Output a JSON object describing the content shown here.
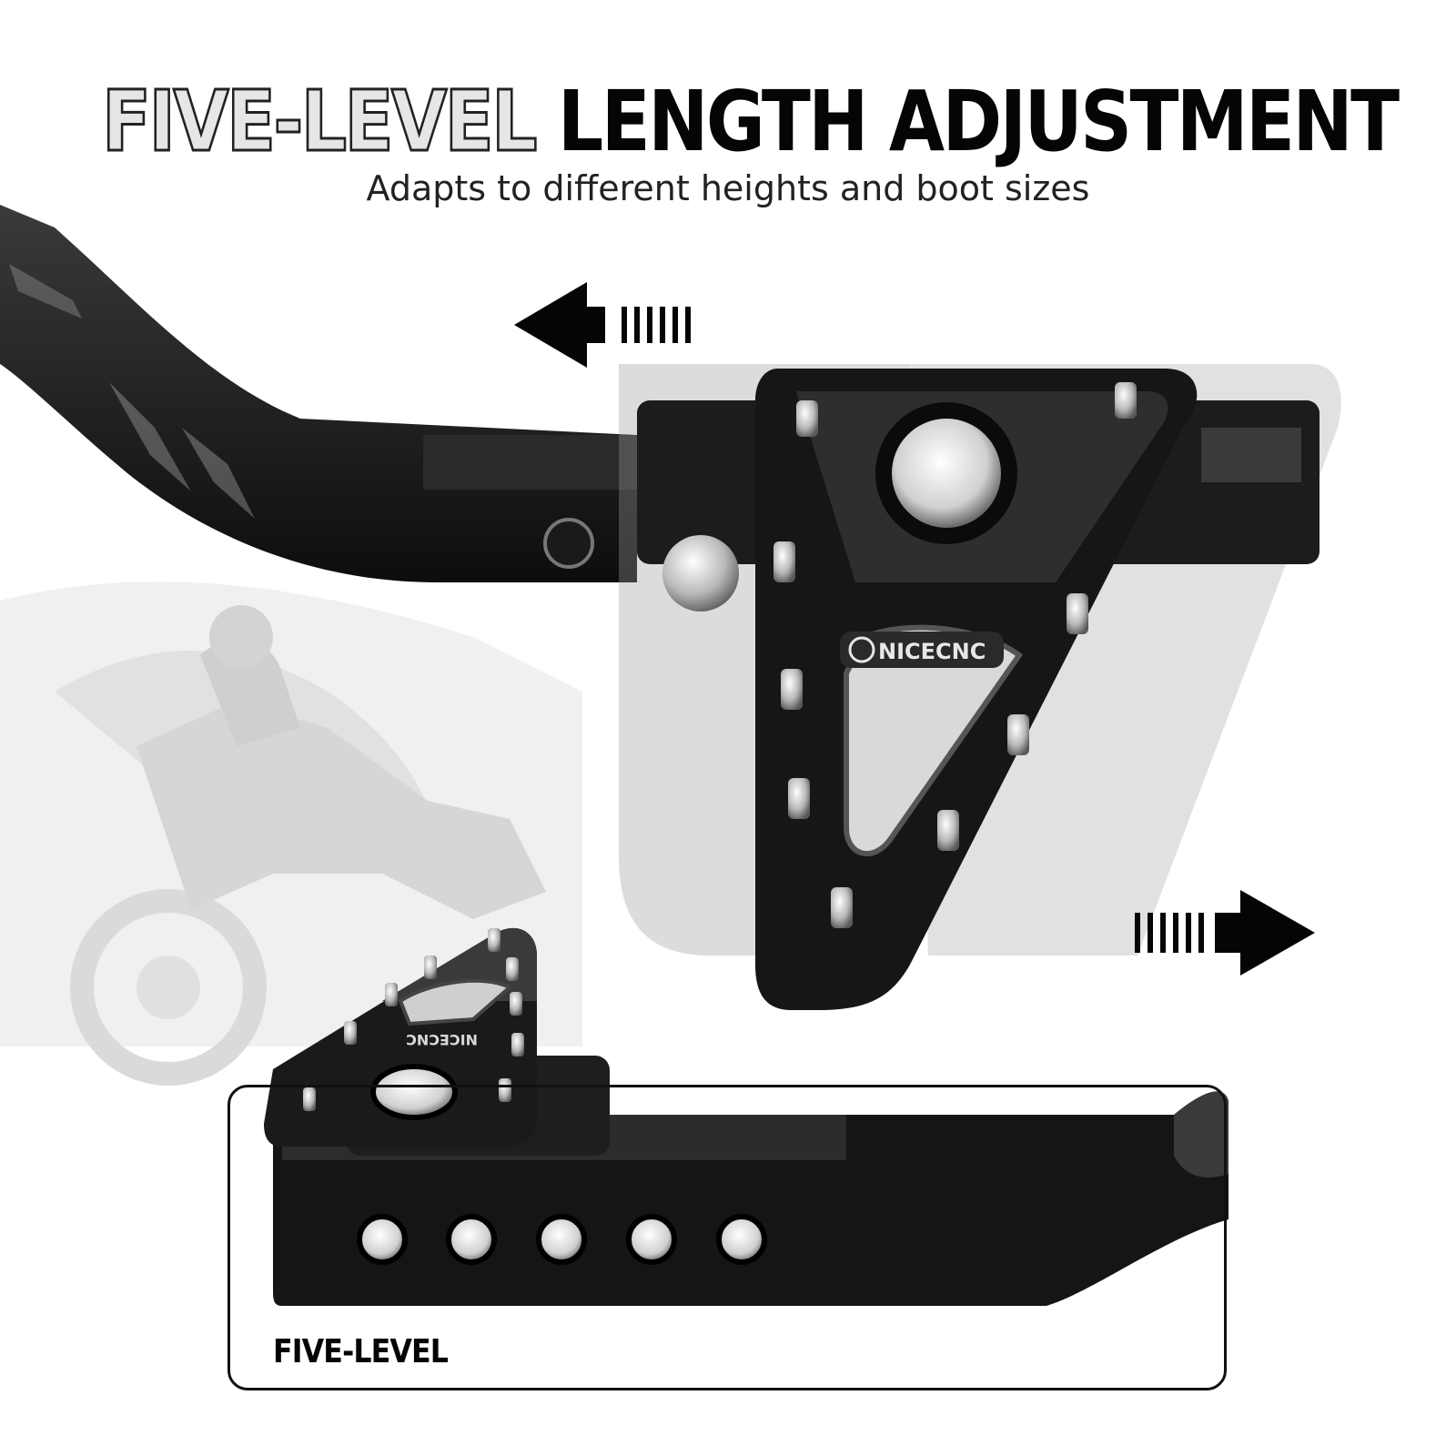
{
  "headline": {
    "outlined_part": "FIVE-LEVEL",
    "solid_part": "LENGTH ADJUSTMENT"
  },
  "subtitle": "Adapts to different heights and boot sizes",
  "brand": "NICECNC",
  "inset": {
    "caption": "FIVE-LEVEL",
    "adjustment_holes": 5
  },
  "colors": {
    "metal": "#141414",
    "ghost": "#cfcfcf",
    "steel": "#b9b9b9"
  },
  "icons": [
    "arrow-left-icon",
    "arrow-right-icon",
    "brand-logo-icon"
  ]
}
